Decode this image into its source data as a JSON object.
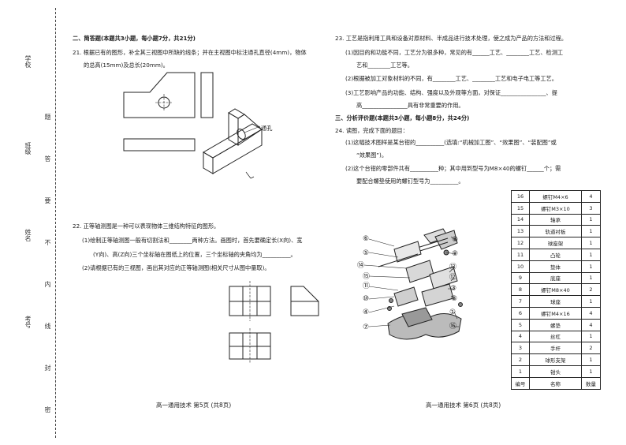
{
  "binding": {
    "left_labels": [
      "学校",
      "班级",
      "姓名",
      "考号"
    ],
    "right_labels": [
      "密",
      "封",
      "线",
      "内",
      "不",
      "要",
      "答",
      "题"
    ]
  },
  "left": {
    "section2_title": "二、简答题(本题共3小题，每小题7分，共21分)",
    "q21_line1": "21. 根据已有的图形，补全其三视图中所缺的线条；并在主视图中标注通孔直径(4mm)，物体",
    "q21_line2": "的总高(15mm)及总长(20mm)。",
    "q21_hole_label": "通孔",
    "q22_line1": "22. 正等轴测图是一种可以表现物体三维结构特征的图形。",
    "q22_sub1_line1": "(1)绘制正等轴测图一般有切割法和________两种方法。画图时，首先要确定长(X向)、宽",
    "q22_sub1_line2": "(Y向)、高(Z向)三个坐标轴在图纸上的位置，三个坐标轴的夹角均为__________。",
    "q22_sub2": "(2)请根据已有的三视图，画出其对应的正等轴测图(相关尺寸从图中量取)。",
    "footer": "高一通用技术   第5页 (共8页)"
  },
  "right": {
    "q23_line1": "23. 工艺是指利用工具和设备对原材料、半成品进行技术处理，使之成为产品的方法和过程。",
    "q23_sub1_line1": "(1)因目的和功能不同，工艺分为很多种，常见的有______工艺、________工艺、检测工",
    "q23_sub1_line2": "艺和________工艺等。",
    "q23_sub2": "(2)根据被加工对象材料的不同，有________工艺、________工艺和电子电工等工艺。",
    "q23_sub3_line1": "(3)工艺影响产品的功能、结构、强度以及外观等方面，对保证________________、提",
    "q23_sub3_line2": "高________________具有非常重要的作用。",
    "section3_title": "三、分析评价题(本题共3小题，每小题8分，共24分)",
    "q24_line1": "24. 读图，完成下面的题目：",
    "q24_sub1_line1": "(1)这幅技术图样是某台钳的__________(选填:“机械加工图”、“效果图”、“装配图”或",
    "q24_sub1_line2": "“效果图”)。",
    "q24_sub2_line1": "(2)这个台钳的零部件共有__________种；其中用到型号为M8×40的螺钉______个；需",
    "q24_sub2_line2": "要配合螺垫使用的螺钉型号为__________。",
    "footer": "高一通用技术   第6页 (共8页)"
  },
  "balloons": [
    "⑥",
    "⑤",
    "⑭",
    "⑮",
    "⑪",
    "⑩",
    "④",
    "⑦",
    "⑧",
    "⑨",
    "⑬",
    "⑫",
    "③",
    "②",
    "①",
    "⑯"
  ],
  "parts_table": {
    "headers": [
      "编号",
      "名称",
      "数量"
    ],
    "rows": [
      [
        "16",
        "螺钉M4×6",
        "4"
      ],
      [
        "15",
        "螺钉M3×10",
        "3"
      ],
      [
        "14",
        "轴承",
        "1"
      ],
      [
        "13",
        "轨道衬板",
        "1"
      ],
      [
        "12",
        "球座架",
        "1"
      ],
      [
        "11",
        "凸轮",
        "1"
      ],
      [
        "10",
        "垫体",
        "1"
      ],
      [
        "9",
        "底座",
        "1"
      ],
      [
        "8",
        "螺钉M8×40",
        "2"
      ],
      [
        "7",
        "球座",
        "1"
      ],
      [
        "6",
        "螺钉M4×16",
        "4"
      ],
      [
        "5",
        "螺垫",
        "4"
      ],
      [
        "4",
        "丝杠",
        "1"
      ],
      [
        "3",
        "手杆",
        "2"
      ],
      [
        "2",
        "球形支架",
        "1"
      ],
      [
        "1",
        "钳头",
        "1"
      ]
    ]
  }
}
